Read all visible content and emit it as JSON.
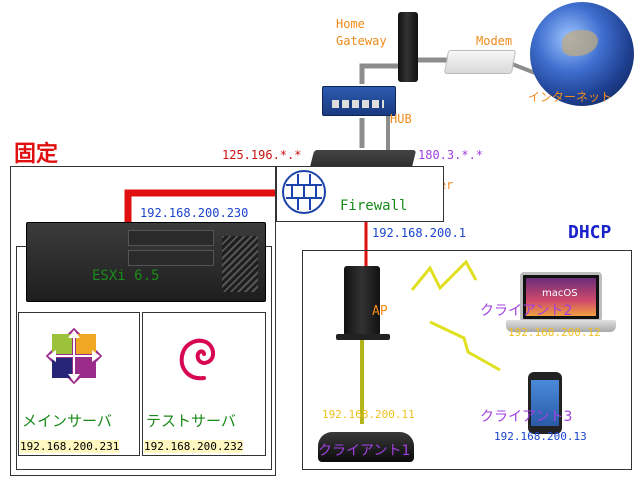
{
  "groups": {
    "fixed_title": "固定",
    "dhcp_title": "DHCP"
  },
  "internet": {
    "home_gateway_label": "Home\nGateway",
    "modem_label": "Modem",
    "internet_label": "インターネット",
    "hub_label": "HUB",
    "router_label": "Router",
    "firewall_label": "Firewall",
    "wan_ip_left": "125.196.*.*",
    "wan_ip_right": "180.3.*.*",
    "lan_ip": "192.168.200.1"
  },
  "fixed": {
    "esxi_ip": "192.168.200.230",
    "esxi_label": "ESXi 6.5",
    "vm_main_label": "メインサーバ",
    "vm_main_ip": "192.168.200.231",
    "vm_test_label": "テストサーバ",
    "vm_test_ip": "192.168.200.232"
  },
  "dhcp": {
    "ap_label": "AP",
    "client1_label": "クライアント1",
    "client1_ip": "192.168.200.11",
    "client2_label": "クライアント2",
    "client2_ip": "192.168.200.12",
    "client3_label": "クライアント3",
    "client3_ip": "192.168.200.13",
    "laptop_os": "macOS"
  },
  "colors": {
    "fixed_title": "#e01010",
    "dhcp_title": "#1a22cc",
    "orange_text": "#f08a1a",
    "green_text": "#1a8a1a",
    "blue_text": "#1a44cc",
    "purple_text": "#a040e0",
    "red_text": "#cc1111",
    "red_wire": "#e01010",
    "gray_wire": "#8c8c8c",
    "olive_wire": "#b3b31a",
    "wifi_zigzag": "#e0e020"
  }
}
